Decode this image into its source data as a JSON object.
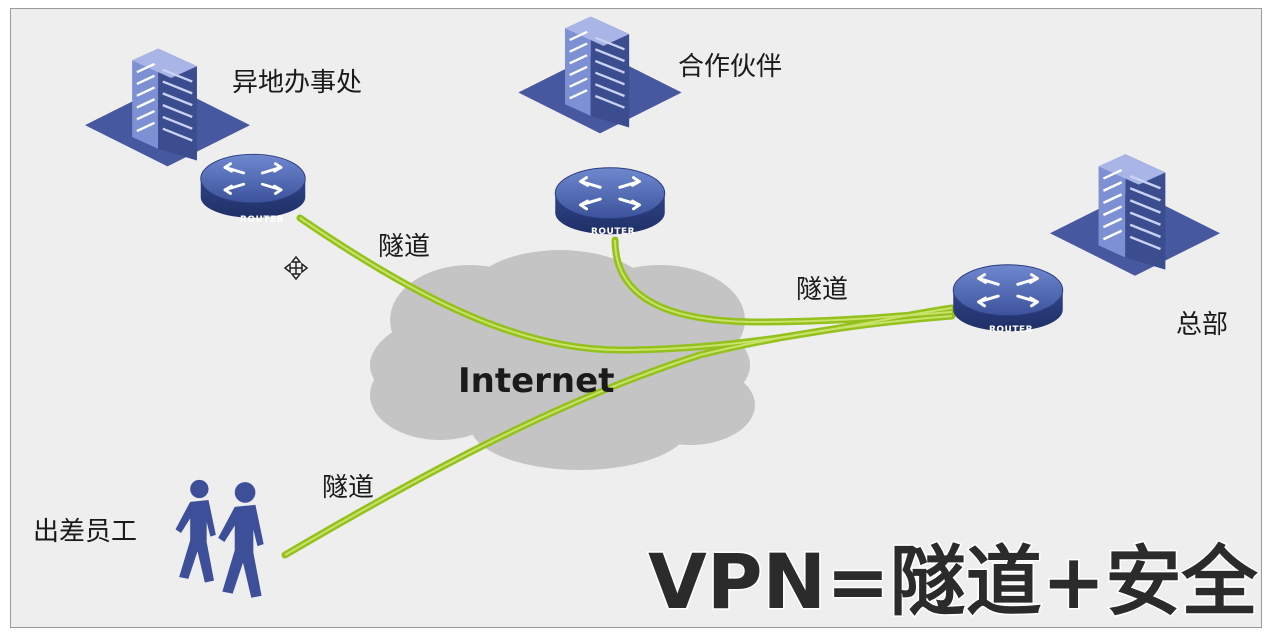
{
  "nodes": {
    "remote_office": "异地办事处",
    "partner": "合作伙伴",
    "headquarters": "总部",
    "traveling_staff": "出差员工"
  },
  "cloud": {
    "label": "Internet"
  },
  "tunnels": {
    "remote_office": "隧道",
    "partner": "隧道",
    "traveling_staff": "隧道"
  },
  "router_label": "ROUTER",
  "slogan": "VPN=隧道+安全",
  "colors": {
    "tunnel": "#94c11e",
    "router": "#3d559f",
    "building": "#4a5fa8",
    "cloud": "#c4c4c4"
  }
}
